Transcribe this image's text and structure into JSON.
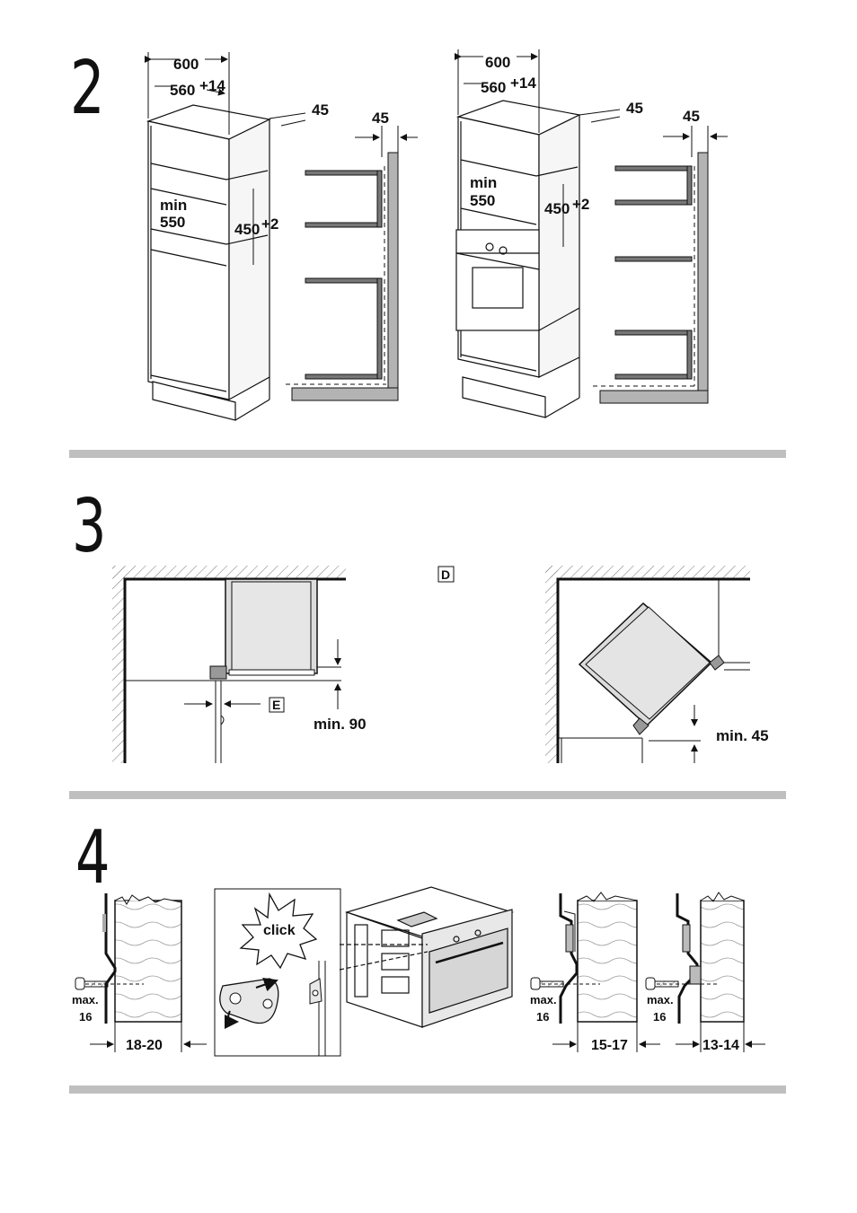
{
  "steps": [
    {
      "number": "2"
    },
    {
      "number": "3"
    },
    {
      "number": "4"
    }
  ],
  "section2": {
    "left": {
      "width_outer": "600",
      "width_inner": "560",
      "width_tol": "+14",
      "depth1": "45",
      "depth2": "45",
      "min_label": "min",
      "min_value": "550",
      "height": "450",
      "height_tol": "+2"
    },
    "right": {
      "width_outer": "600",
      "width_inner": "560",
      "width_tol": "+14",
      "depth1": "45",
      "depth2": "45",
      "min_label": "min",
      "min_value": "550",
      "height": "450",
      "height_tol": "+2"
    }
  },
  "section3": {
    "left_gap": "min. 90",
    "marker_e": "E",
    "marker_d": "D",
    "right_gap": "min. 45"
  },
  "section4": {
    "click": "click",
    "panel1": {
      "screw": "max.",
      "screw_val": "16",
      "range": "18-20"
    },
    "panel2": {
      "screw": "max.",
      "screw_val": "16",
      "range": "15-17"
    },
    "panel3": {
      "screw": "max.",
      "screw_val": "16",
      "range": "13-14"
    }
  }
}
